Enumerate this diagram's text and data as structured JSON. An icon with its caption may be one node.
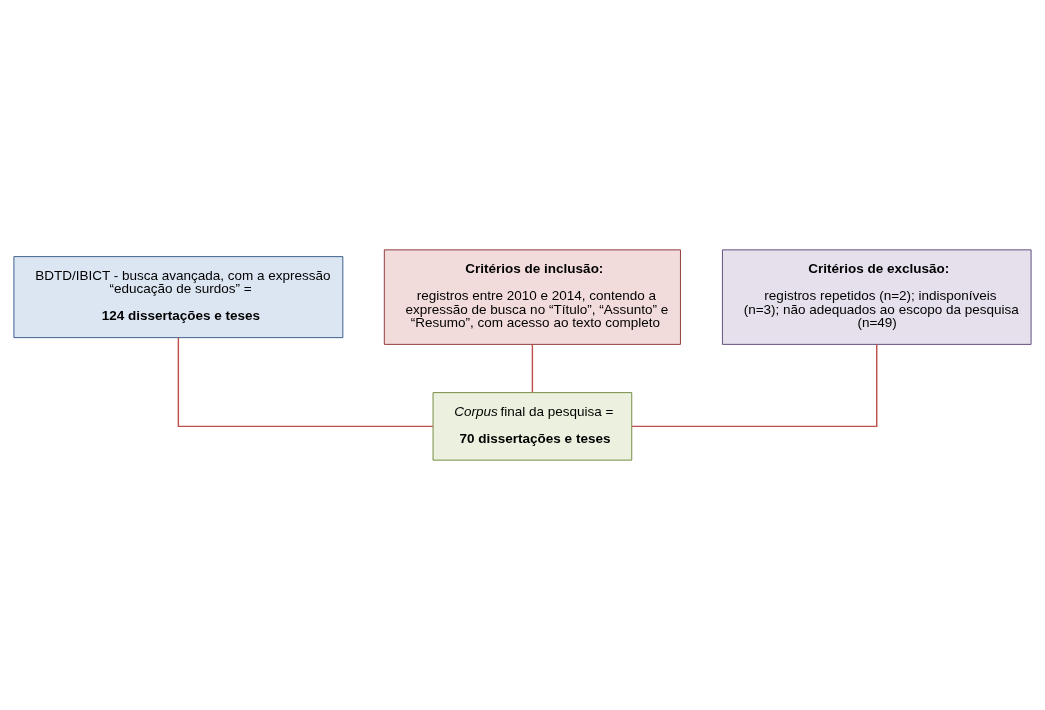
{
  "diagram": {
    "nodes": [
      {
        "text": [
          "BDTD/IBICT - busca avançada, com a expressão “educação de surdos” =",
          "124 dissertações e teses"
        ]
      },
      {
        "text": [
          "Critérios de inclusão:",
          "registros entre 2010 e 2014, contendo a expressão de busca no “Título”, “Assunto” e “Resumo”, com acesso ao texto completo"
        ]
      },
      {
        "text": [
          "Critérios de exclusão:",
          "registros repetidos (n=2); indisponíveis (n=3); não adequados ao escopo da pesquisa (n=49)"
        ]
      },
      {
        "text": [
          "*Corpus* final da pesquisa =",
          "70 dissertações e teses"
        ]
      }
    ],
    "edges": [
      {
        "from": 0,
        "to": 3,
        "arrow": "none"
      },
      {
        "from": 1,
        "to": 3,
        "arrow": "none"
      },
      {
        "from": 2,
        "to": 3,
        "arrow": "none"
      }
    ]
  }
}
